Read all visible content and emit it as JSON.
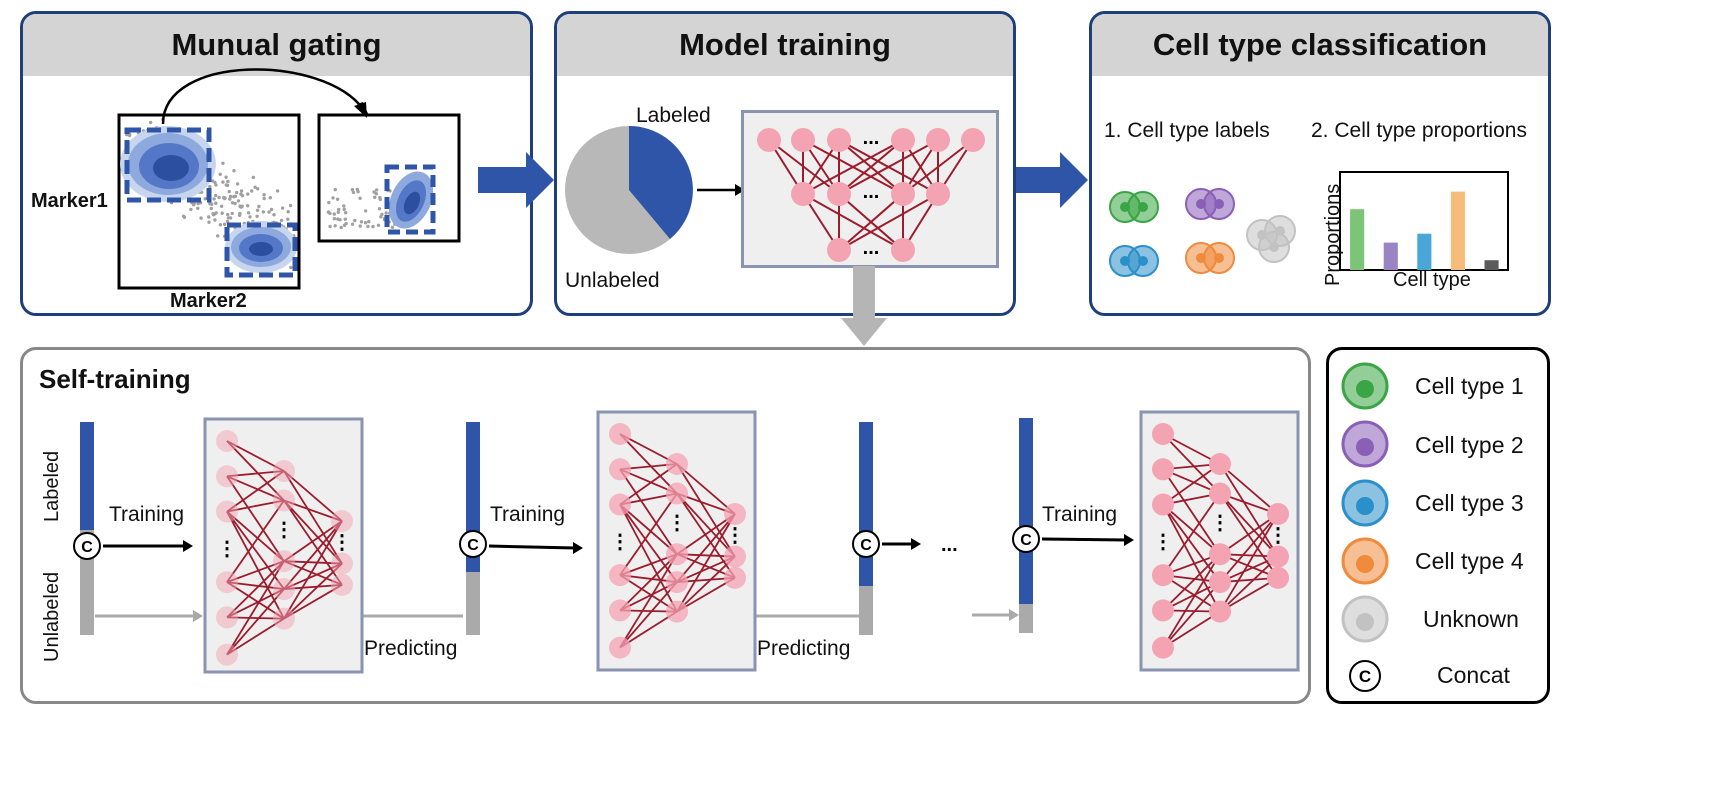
{
  "panels": {
    "gating": {
      "title": "Munual gating",
      "x_label": "Marker2",
      "y_label": "Marker1"
    },
    "training": {
      "title": "Model training",
      "labeled": "Labeled",
      "unlabeled": "Unlabeled",
      "dots": "..."
    },
    "classification": {
      "title": "Cell type classification",
      "labels_heading": "1. Cell type labels",
      "proportions_heading": "2. Cell type proportions",
      "y_label": "Proportions",
      "x_label": "Cell type"
    },
    "self_training": {
      "title": "Self-training",
      "labeled": "Labeled",
      "unlabeled": "Unlabeled",
      "training": "Training",
      "predicting": "Predicting",
      "concat_symbol": "C",
      "ellipsis": "..."
    }
  },
  "legend": {
    "items": [
      {
        "label": "Cell type 1",
        "color": "#3aa545"
      },
      {
        "label": "Cell type 2",
        "color": "#8a5fb8"
      },
      {
        "label": "Cell type 3",
        "color": "#2b8fc9"
      },
      {
        "label": "Cell type 4",
        "color": "#f08a3c"
      },
      {
        "label": "Unknown",
        "color": "#c2c2c2"
      }
    ],
    "concat_label": "Concat",
    "concat_symbol": "C"
  },
  "colors": {
    "panel_border": "#1f3f7a",
    "labeled": "#2e55a8",
    "unlabeled": "#aaaaaa",
    "node": "#f4a3b3",
    "edge": "#9b1c2c",
    "arrow": "#2e55a8"
  },
  "chart_data": {
    "type": "bar",
    "categories": [
      "Cell type 1",
      "Cell type 2",
      "Cell type 3",
      "Cell type 4",
      "Unknown"
    ],
    "values": [
      0.62,
      0.28,
      0.37,
      0.8,
      0.1
    ],
    "colors": [
      "#7cc576",
      "#9b84c4",
      "#4aa6d6",
      "#f7bb7a",
      "#5b5b5b"
    ],
    "ylim": [
      0,
      1
    ],
    "xlabel": "Cell type",
    "ylabel": "Proportions"
  }
}
